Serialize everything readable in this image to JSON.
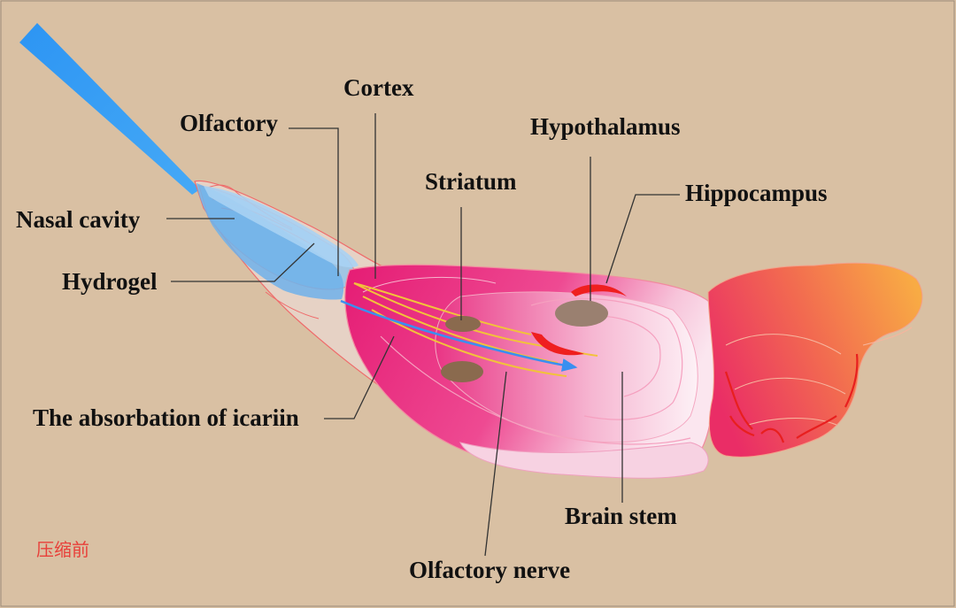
{
  "labels": {
    "cortex": "Cortex",
    "olfactory": "Olfactory",
    "hypothalamus": "Hypothalamus",
    "striatum": "Striatum",
    "hippocampus": "Hippocampus",
    "nasal_cavity": "Nasal cavity",
    "hydrogel": "Hydrogel",
    "absorbation": "The absorbation of icariin",
    "brain_stem": "Brain stem",
    "olfactory_nerve": "Olfactory nerve"
  },
  "watermark": "压缩前",
  "colors": {
    "background": "#d9c0a3",
    "cortex_pink": "#e8237a",
    "cerebellum_orange": "#f7a040",
    "hydrogel_blue": "#6fb2ea",
    "pipette_blue": "#2f9cf4",
    "nerve_yellow": "#f2c23a",
    "region_brown": "#8a6a4e",
    "hippocampus_red": "#ef1f1f"
  }
}
